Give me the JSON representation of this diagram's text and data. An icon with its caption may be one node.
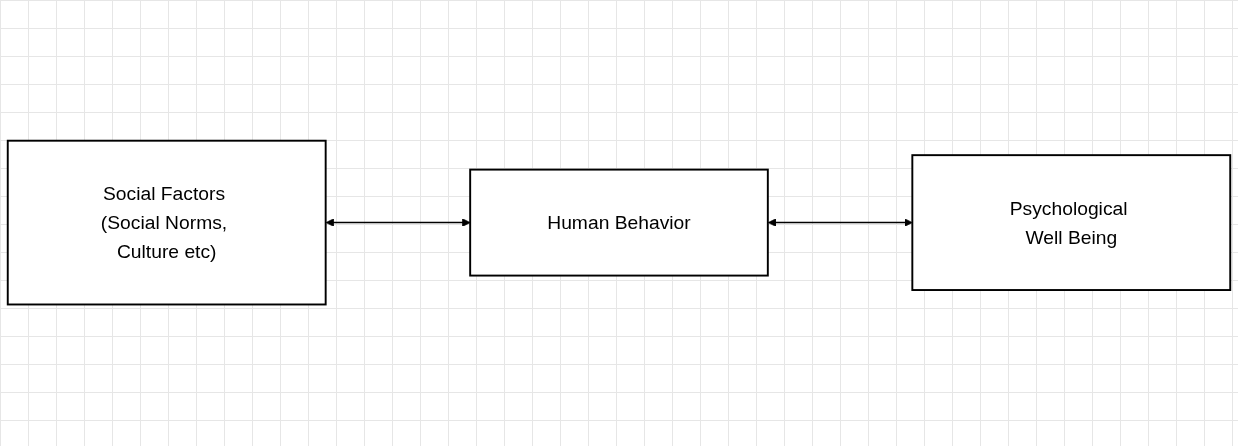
{
  "diagram": {
    "nodes": [
      {
        "text": [
          "Social Factors (Social Norms, Culture etc)"
        ]
      },
      {
        "text": [
          "Human Behavior"
        ]
      },
      {
        "text": [
          "Psychological Well Being"
        ]
      }
    ],
    "edges": [
      {
        "from": 0,
        "to": 1,
        "arrow": "both"
      },
      {
        "from": 1,
        "to": 2,
        "arrow": "both"
      }
    ]
  }
}
